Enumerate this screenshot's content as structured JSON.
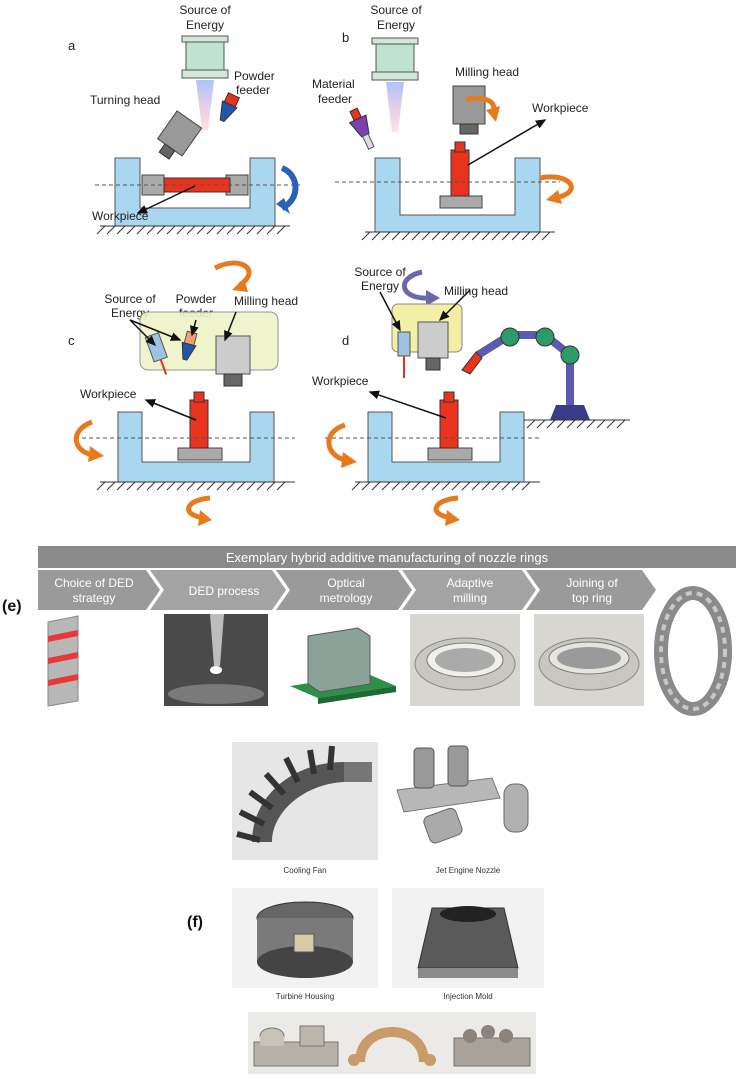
{
  "diagram": {
    "panels": {
      "a": {
        "letter": "a",
        "energy": [
          "Source of",
          "Energy"
        ],
        "powder": [
          "Powder",
          "feeder"
        ],
        "turning": "Turning head",
        "workpiece": "Workpiece"
      },
      "b": {
        "letter": "b",
        "energy": [
          "Source of",
          "Energy"
        ],
        "material": [
          "Material",
          "feeder"
        ],
        "milling": "Milling head",
        "workpiece": "Workpiece"
      },
      "c": {
        "letter": "c",
        "energy": [
          "Source of",
          "Energy"
        ],
        "powder": [
          "Powder",
          "feeder"
        ],
        "milling": "Milling head",
        "workpiece": "Workpiece"
      },
      "d": {
        "letter": "d",
        "energy": [
          "Source of",
          "Energy"
        ],
        "milling": "Milling head",
        "workpiece": "Workpiece"
      }
    }
  },
  "process": {
    "label": "(e)",
    "title": "Exemplary hybrid additive manufacturing of nozzle rings",
    "steps": [
      [
        "Choice of DED",
        "strategy"
      ],
      [
        "DED process"
      ],
      [
        "Optical",
        "metrology"
      ],
      [
        "Adaptive",
        "milling"
      ],
      [
        "Joining of",
        "top ring"
      ]
    ]
  },
  "parts": {
    "label": "(f)",
    "captions": [
      "Cooling Fan",
      "Jet Engine Nozzle",
      "Turbine Housing",
      "Injection Mold"
    ]
  },
  "colors": {
    "frame": "#a9d7ef",
    "workpiece": "#e8341c",
    "arrow": "#e87a1e",
    "purple": "#6a6aaa",
    "banner": "#8c8c8c"
  }
}
